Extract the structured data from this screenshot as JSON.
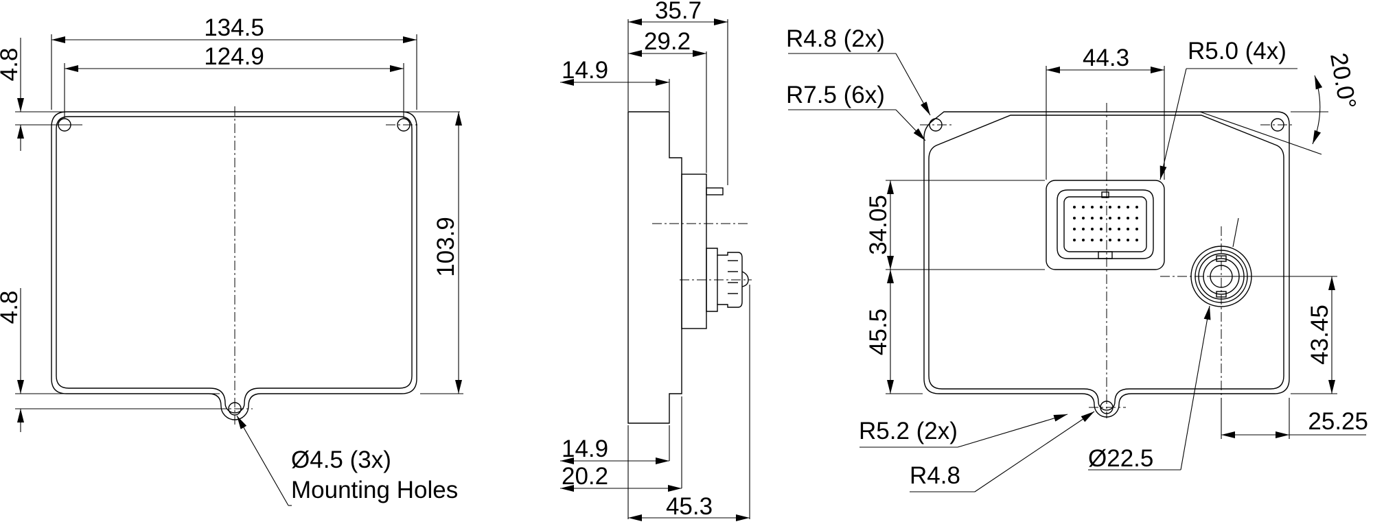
{
  "front_view": {
    "overall_width": "134.5",
    "hole_spacing": "124.9",
    "top_offset": "4.8",
    "bottom_offset": "4.8",
    "overall_height": "103.9",
    "hole_note": "Ø4.5 (3x)",
    "hole_note_2": "Mounting Holes"
  },
  "side_view": {
    "depth_total_top": "35.7",
    "depth_body": "29.2",
    "flange_top": "14.9",
    "flange_bottom": "14.9",
    "base_depth": "20.2",
    "depth_overall": "45.3"
  },
  "rear_view": {
    "radius_corner_small": "R4.8 (2x)",
    "radius_corners": "R7.5 (6x)",
    "connector_width": "44.3",
    "connector_radius": "R5.0 (4x)",
    "chamfer_angle": "20.0°",
    "connector_height": "34.05",
    "connector_from_bottom": "45.5",
    "vent_from_bottom": "43.45",
    "vent_from_right": "25.25",
    "radius_tab": "R5.2 (2x)",
    "vent_diameter": "Ø22.5",
    "radius_bottom": "R4.8"
  }
}
